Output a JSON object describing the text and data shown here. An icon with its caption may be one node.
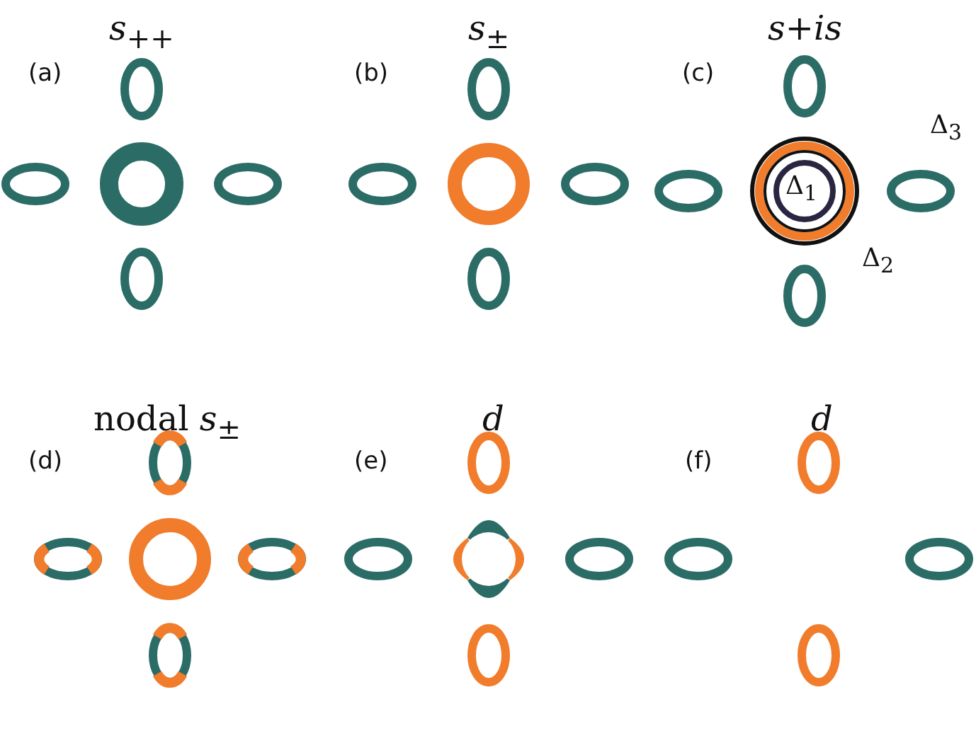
{
  "diagram": {
    "labels": [
      "*s*$_{++}$",
      "(a)",
      "*s*$_{±}$",
      "(b)",
      "*s*+*is*",
      "(c)",
      "Δ$_{3}$",
      "Δ$_{1}$",
      "Δ$_{2}$",
      "nodal *s*$_{±}$",
      "(d)",
      "d",
      "(e)",
      "d",
      "(f)"
    ]
  }
}
